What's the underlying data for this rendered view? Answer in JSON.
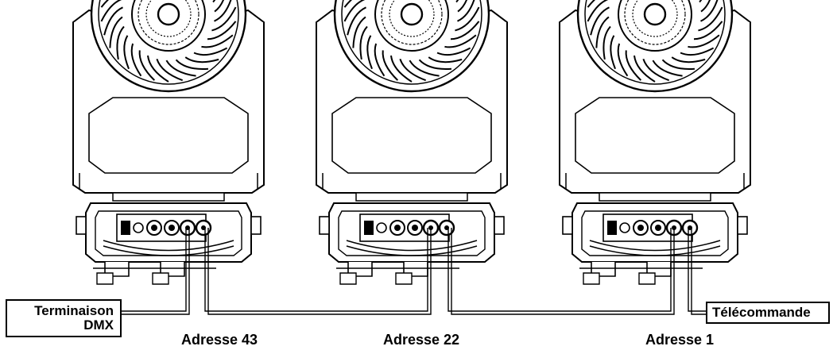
{
  "fixtures": [
    {
      "address_label": "Adresse 43"
    },
    {
      "address_label": "Adresse 22"
    },
    {
      "address_label": "Adresse 1"
    }
  ],
  "terminator": {
    "line1": "Terminaison",
    "line2": "DMX"
  },
  "remote": {
    "label": "Télécommande"
  },
  "colors": {
    "line": "#000000",
    "background": "#ffffff"
  }
}
